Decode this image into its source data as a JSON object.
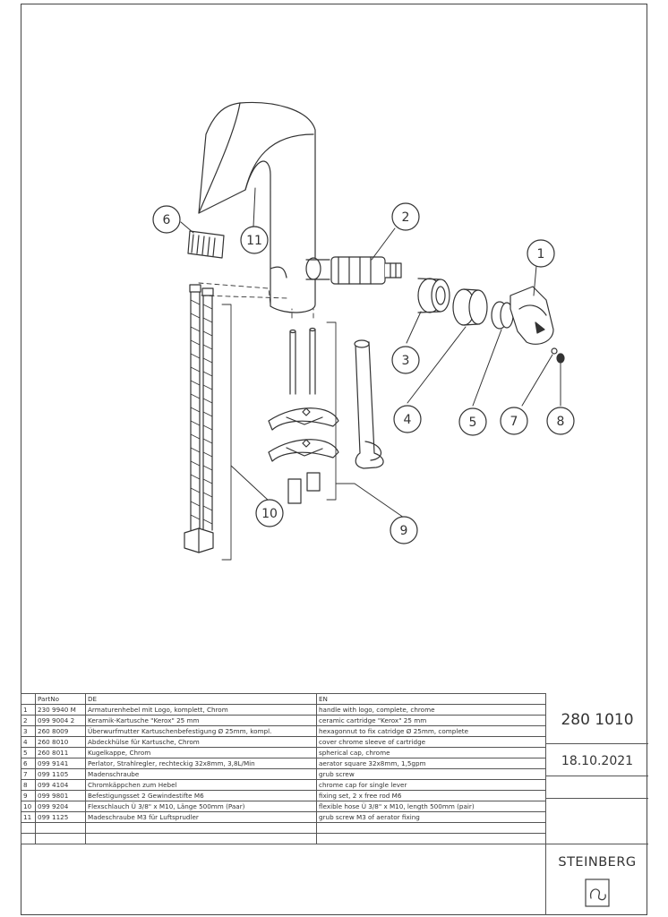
{
  "callouts": [
    {
      "num": "1"
    },
    {
      "num": "2"
    },
    {
      "num": "3"
    },
    {
      "num": "4"
    },
    {
      "num": "5"
    },
    {
      "num": "6"
    },
    {
      "num": "7"
    },
    {
      "num": "8"
    },
    {
      "num": "9"
    },
    {
      "num": "10"
    },
    {
      "num": "11"
    }
  ],
  "parts_table": {
    "headers": [
      "",
      "PartNo",
      "DE",
      "EN"
    ],
    "rows": [
      {
        "pos": "1",
        "partno": "230 9940 M",
        "de": "Armaturenhebel mit Logo, komplett, Chrom",
        "en": "handle with logo, complete, chrome"
      },
      {
        "pos": "2",
        "partno": "099 9004 2",
        "de": "Keramik-Kartusche \"Kerox\" 25 mm",
        "en": "ceramic cartridge \"Kerox\" 25 mm"
      },
      {
        "pos": "3",
        "partno": "260 8009",
        "de": "Überwurfmutter Kartuschenbefestigung Ø 25mm, kompl.",
        "en": "hexagonnut to fix catridge Ø 25mm, complete"
      },
      {
        "pos": "4",
        "partno": "260 8010",
        "de": "Abdeckhülse für Kartusche, Chrom",
        "en": "cover chrome sleeve of cartridge"
      },
      {
        "pos": "5",
        "partno": "260 8011",
        "de": "Kugelkappe, Chrom",
        "en": "spherical cap, chrome"
      },
      {
        "pos": "6",
        "partno": "099 9141",
        "de": "Perlator, Strahlregler, rechteckig 32x8mm, 3,8L/Min",
        "en": "aerator square 32x8mm, 1,5gpm"
      },
      {
        "pos": "7",
        "partno": "099 1105",
        "de": "Madenschraube",
        "en": "grub screw"
      },
      {
        "pos": "8",
        "partno": "099 4104",
        "de": "Chromkäppchen zum Hebel",
        "en": "chrome cap for single lever"
      },
      {
        "pos": "9",
        "partno": "099 9801",
        "de": "Befestigungsset 2 Gewindestifte M6",
        "en": "fixing set, 2 x free rod M6"
      },
      {
        "pos": "10",
        "partno": "099 9204",
        "de": "Flexschlauch Ü 3/8\" x M10, Länge 500mm (Paar)",
        "en": "flexible hose Ü 3/8\" x M10, length 500mm (pair)"
      },
      {
        "pos": "11",
        "partno": "099 1125",
        "de": "Madeschraube M3 für Luftsprudler",
        "en": "grub screw M3 of aerator fixing"
      }
    ]
  },
  "title_block": {
    "article_number": "280 1010",
    "date": "18.10.2021",
    "brand": "STEINBERG"
  }
}
